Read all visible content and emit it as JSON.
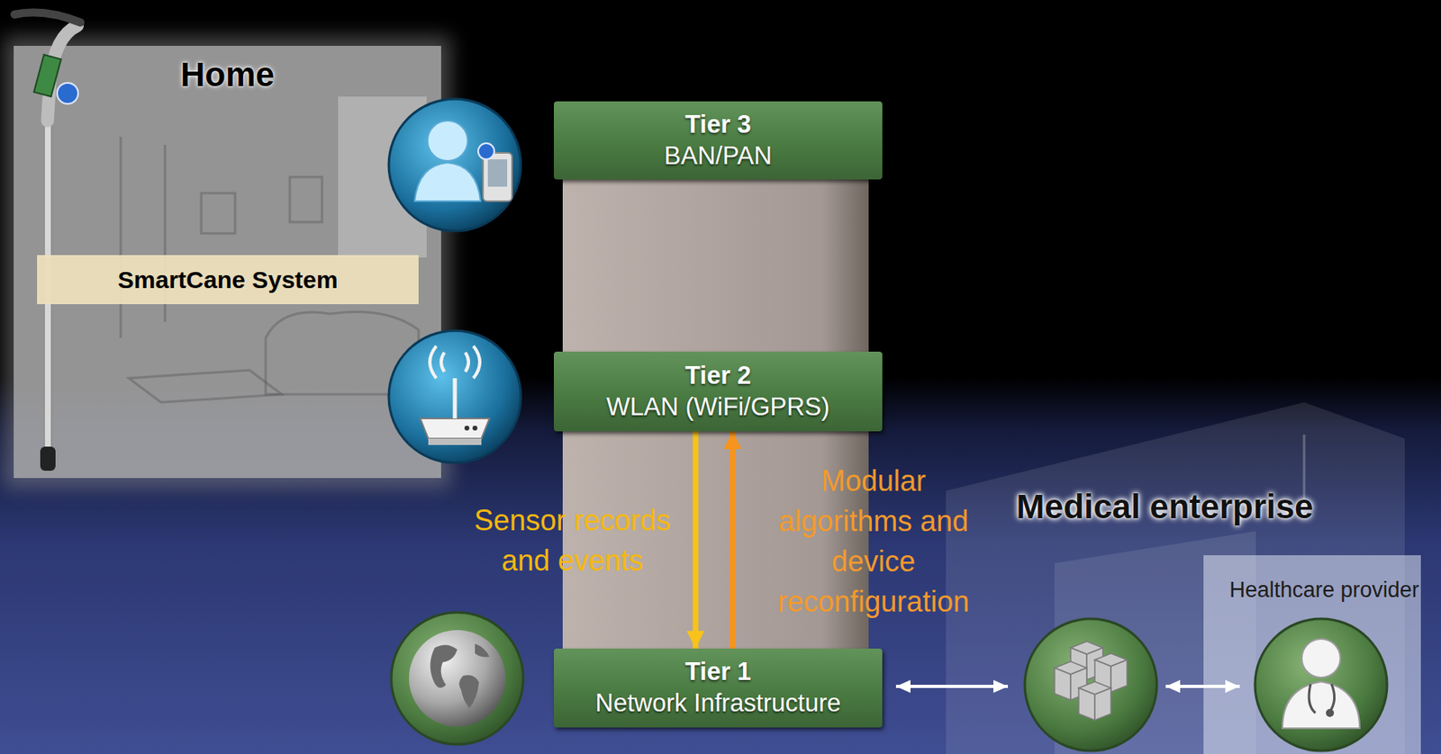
{
  "diagram": {
    "nodes": [
      {
        "text": [
          "Home"
        ]
      },
      {
        "text": [
          "SmartCane System"
        ],
        "in": 0
      },
      {
        "text": [
          "Tier 3",
          "BAN/PAN"
        ]
      },
      {
        "text": [
          "Tier 2",
          "WLAN (WiFi/GPRS)"
        ]
      },
      {
        "text": [
          "Tier 1",
          "Network Infrastructure"
        ]
      }
    ],
    "edges": [
      {
        "from": 3,
        "to": 4,
        "arrow": "to",
        "label": "Sensor records and events"
      },
      {
        "from": 4,
        "to": 3,
        "arrow": "to",
        "label": "Modular algorithms and device reconfiguration"
      }
    ],
    "labels": [
      "Medical enterprise",
      "Healthcare provider"
    ]
  }
}
